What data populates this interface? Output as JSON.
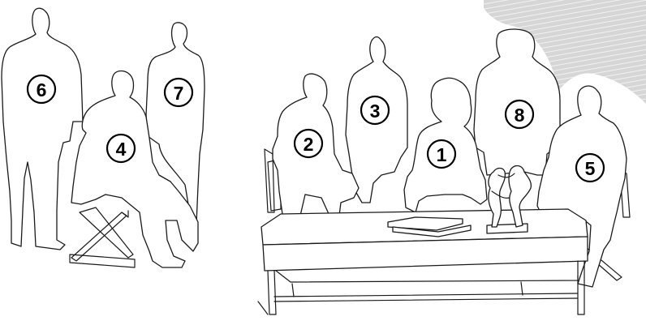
{
  "figures": [
    {
      "number": "1",
      "label": "1"
    },
    {
      "number": "2",
      "label": "2"
    },
    {
      "number": "3",
      "label": "3"
    },
    {
      "number": "4",
      "label": "4"
    },
    {
      "number": "5",
      "label": "5"
    },
    {
      "number": "6",
      "label": "6"
    },
    {
      "number": "7",
      "label": "7"
    },
    {
      "number": "8",
      "label": "8"
    }
  ],
  "colors": {
    "outline": "#1a1a1a",
    "background": "#ffffff",
    "photo_backdrop": "#d8d8d8"
  }
}
